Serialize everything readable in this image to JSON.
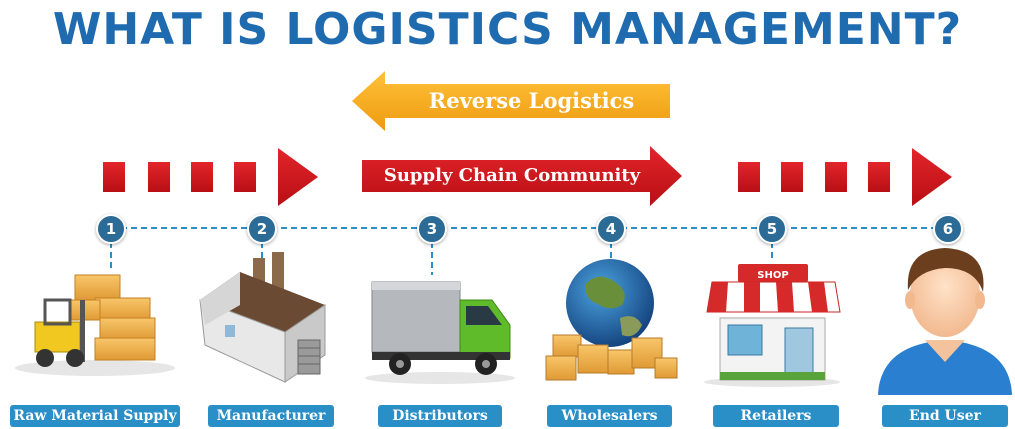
{
  "title": "WHAT IS LOGISTICS MANAGEMENT?",
  "reverse_arrow": {
    "label": "Reverse Logistics",
    "color": "#f2a51b"
  },
  "supply_arrow": {
    "label": "Supply Chain Community",
    "color": "#d4141b"
  },
  "steps": [
    {
      "number": "1",
      "label": "Raw Material Supply",
      "icon": "forklift-boxes-icon"
    },
    {
      "number": "2",
      "label": "Manufacturer",
      "icon": "factory-icon"
    },
    {
      "number": "3",
      "label": "Distributors",
      "icon": "truck-icon"
    },
    {
      "number": "4",
      "label": "Wholesalers",
      "icon": "globe-boxes-icon"
    },
    {
      "number": "5",
      "label": "Retailers",
      "icon": "shop-icon"
    },
    {
      "number": "6",
      "label": "End User",
      "icon": "user-icon"
    }
  ],
  "shop_sign": "SHOP",
  "colors": {
    "title": "#1f6bb0",
    "step_circle": "#2b6b96",
    "label_box": "#2a8fc7",
    "connector": "#2a8fc7"
  }
}
